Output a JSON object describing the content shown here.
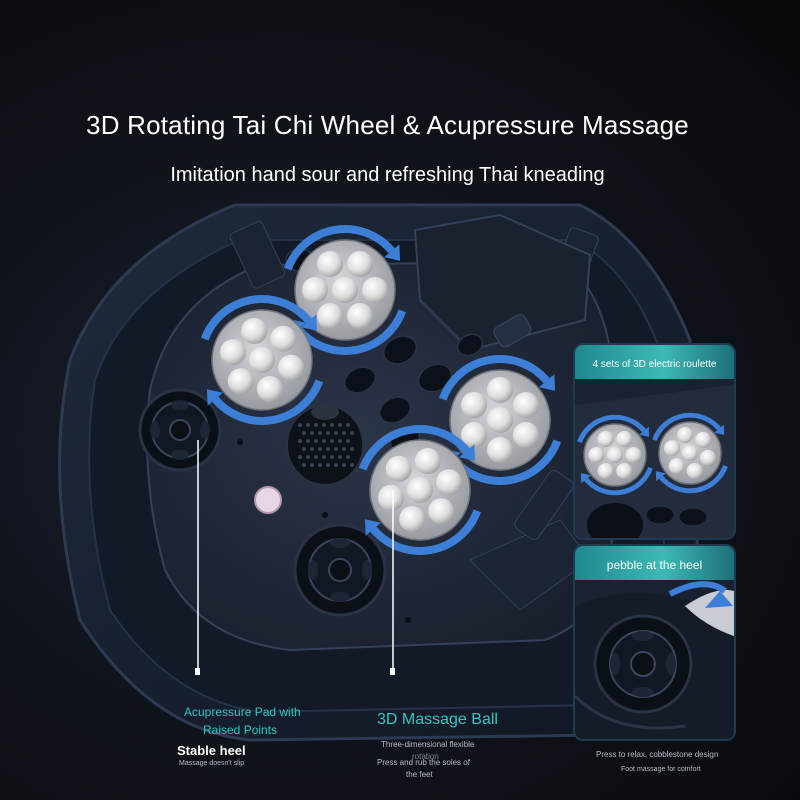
{
  "headline": "3D Rotating Tai Chi Wheel & Acupressure Massage",
  "subheadline": "Imitation hand sour and refreshing Thai kneading",
  "callouts": {
    "acupressure_pad": {
      "title_line1": "Acupressure Pad with",
      "title_line2": "Raised Points"
    },
    "stable_heel": {
      "title": "Stable heel",
      "desc": "Massage doesn't slip"
    },
    "massage_ball": {
      "title": "3D Massage Ball",
      "desc_line1": "Three-dimensional flexible",
      "desc_line2": "rotation",
      "desc_line3": "Press and rub the soles of",
      "desc_line4": "the feet"
    }
  },
  "panels": {
    "roulette": {
      "label": "4 sets of 3D electric roulette"
    },
    "heel": {
      "label": "pebble at the heel",
      "desc_line1": "Press to relax, cobblestone design",
      "desc_line2": "Foot massage for comfort"
    }
  },
  "colors": {
    "accent_teal": "#2fc7c0",
    "arrow_blue": "#3d7fd6",
    "tub": "#16202f",
    "roller": "#e6e6e6"
  }
}
